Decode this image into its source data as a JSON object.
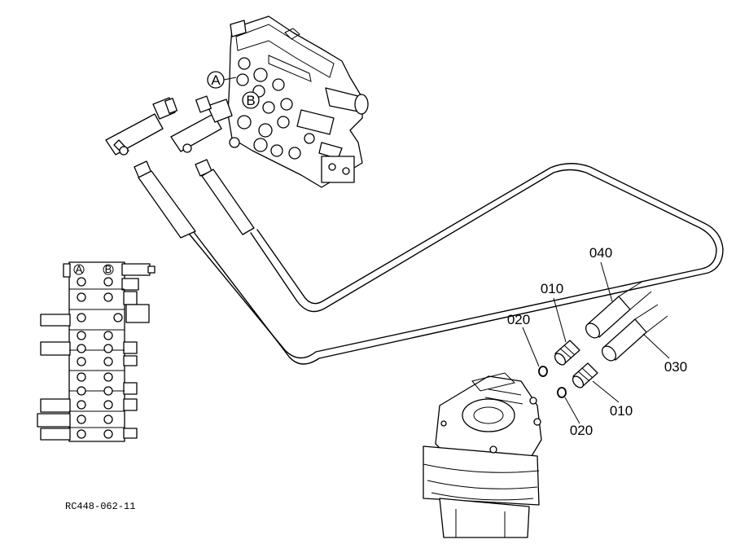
{
  "callouts": {
    "hose_a_long": "040",
    "fitting_upper": "010",
    "oring_upper": "020",
    "hose_b": "030",
    "fitting_lower": "010",
    "oring_lower": "020"
  },
  "port_labels": {
    "a": "A",
    "b": "B",
    "schematic_a": "A",
    "schematic_b": "B"
  },
  "reference_code": "RC448-062-11"
}
